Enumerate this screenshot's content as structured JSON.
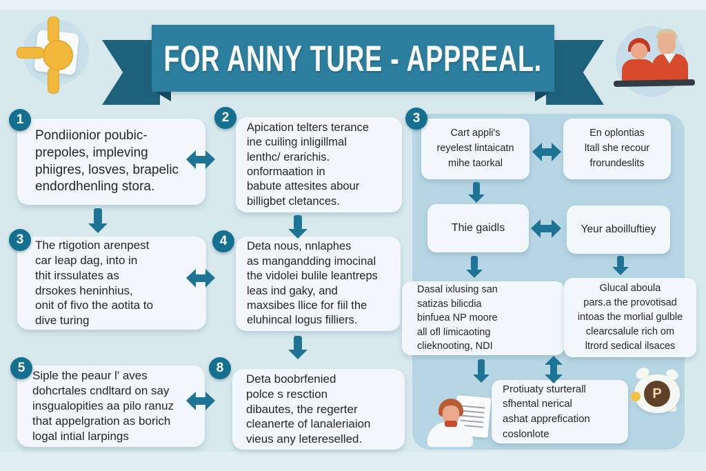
{
  "banner": {
    "title": "FOR ANNY TURE - APPREAL."
  },
  "flow": {
    "nodes": [
      {
        "number": "1",
        "text": "Pondiionior poubic-\nprepoles, impleving\nphiigres, losves, brapelic\nendordhenling stora."
      },
      {
        "number": "2",
        "text": "Apication telters terance\nine cuiling inligillmal\nlenthc/ erarichis.\nonformaation in\nbabute attesites abour\nbilligbet cletances."
      },
      {
        "number": "3",
        "text": "The rtigotion arenpest\ncar leap dag, into in\nthit irssulates as\ndrsokes heninhius,\nonit of fivo the aotita to\ndive turing"
      },
      {
        "number": "4",
        "text": "Deta nous, nnlaphes\nas mangandding imocinal\nthe vidolei bulile leantreps\nleas ind gaky, and\nmaxsibes llice for fiil the\neluhincal logus filliers."
      },
      {
        "number": "5",
        "text": "Siple the peaur l' aves\ndohcrtales cndltard on say\ninsgualopities aa pilo ranuz\nthat appelgration as borich\nlogal intial larpings"
      },
      {
        "number": "8",
        "text": "Deta boobrfenied\npolce s resction\ndibautes, the regerter\ncleanerte of lanaleriaion\nvieus any letereselled."
      }
    ]
  },
  "panel": {
    "badge": "3",
    "cards": [
      {
        "text": "Cart appli's\nreyelest lintaicatn\nmihe taorkal"
      },
      {
        "text": "En oplontias\nltall she recour\nfrorundeslits"
      },
      {
        "text": "Thie gaidls"
      },
      {
        "text": "Yeur aboilluftiey"
      },
      {
        "text": "Dasal ixlusing san\nsatizas bilicdia\nbinfuea NP moore\nall ofl limicaoting\nclieknooting, NDI"
      },
      {
        "text": "Glucal aboula\npars.a the provotisad\nintoas the morlial gulble\nclearcsalule rich om\nltrord sedical ilsaces"
      }
    ],
    "summary": "Protiuaty sturterall\nsfhental nerical\nashat apprefication\ncoslonlote",
    "p_icon_letter": "P"
  },
  "colors": {
    "banner_teal": "#2b7e9d",
    "banner_tail": "#1e617b",
    "arrow_teal": "#1d7494",
    "badge_teal": "#15708f",
    "panel_blue": "#b7d6e4",
    "card_bg": "#f1f7fa",
    "page_bg": "#d8e9ed",
    "accent_yellow": "#f1b83c",
    "accent_red": "#d64b2b",
    "coin_brown": "#5e4126"
  }
}
